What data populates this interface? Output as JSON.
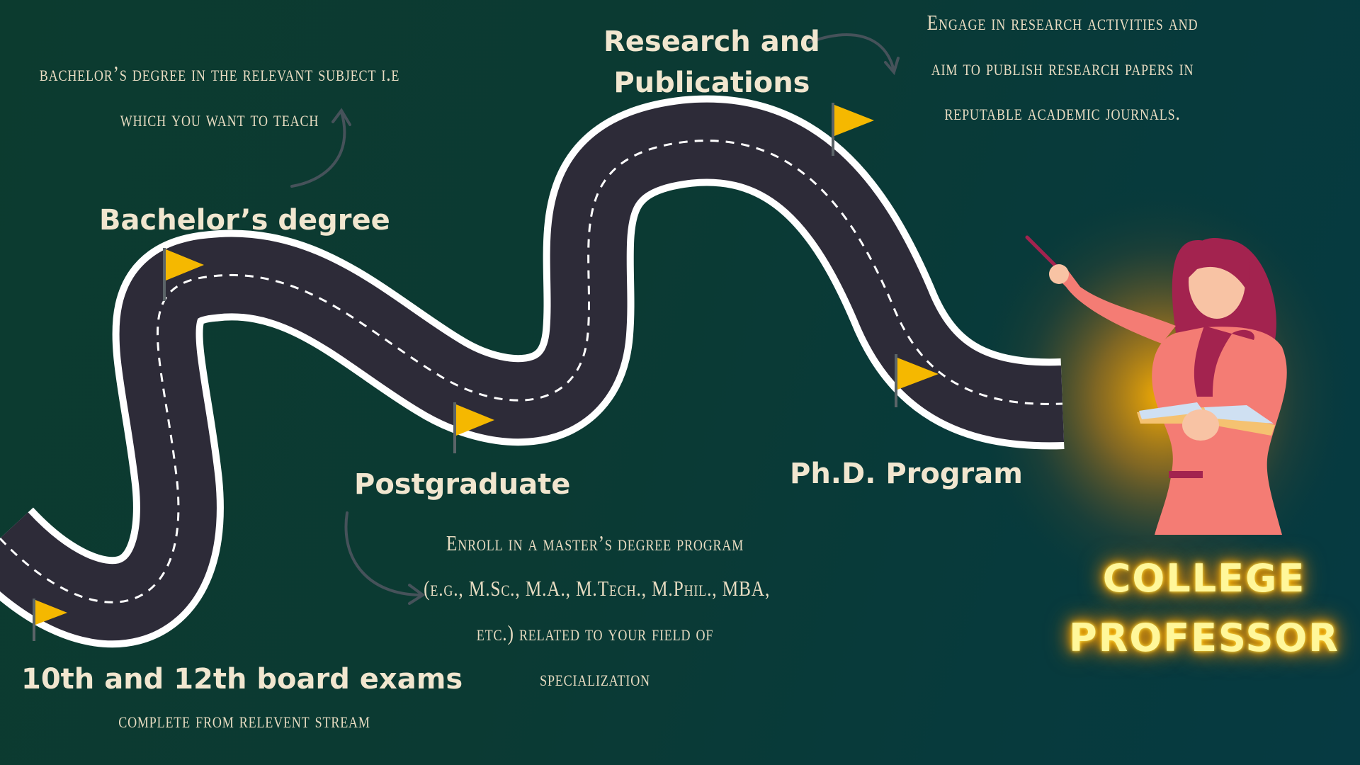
{
  "milestones": {
    "board_exams": {
      "title": "10th and 12th board exams",
      "note": [
        "complete from  relevent stream"
      ]
    },
    "bachelors": {
      "title": "Bachelor’s degree",
      "note": [
        "bachelor’s degree in the relevant subject i.e",
        "which you want to teach"
      ]
    },
    "postgraduate": {
      "title": "Postgraduate",
      "note": [
        "Enroll in a master’s degree program",
        "(e.g., M.Sc., M.A., M.Tech., M.Phil., MBA,",
        "etc.) related to your field of",
        "specialization"
      ]
    },
    "research": {
      "title_lines": [
        "Research and",
        "Publications"
      ],
      "note": [
        "Engage in research activities and",
        "aim to publish research papers in",
        "reputable academic journals."
      ]
    },
    "phd": {
      "title": "Ph.D. Program"
    }
  },
  "goal": {
    "lines": [
      "COLLEGE",
      "PROFESSOR"
    ]
  },
  "colors": {
    "background": "#0b3a33",
    "road": "#2d2b38",
    "road_border": "#ffffff",
    "flag": "#f5b800",
    "text": "#f1e6cf",
    "goal_glow": "#ffb300",
    "professor_dress": "#f47c74",
    "professor_hair": "#a3234f"
  }
}
